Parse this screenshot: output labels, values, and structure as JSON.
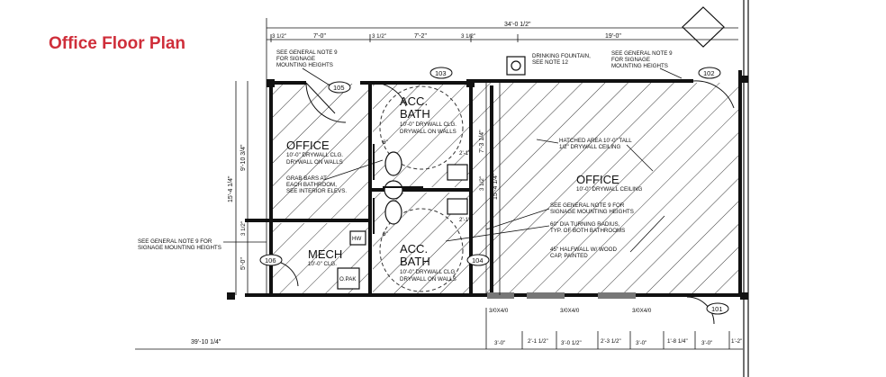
{
  "title": "Office Floor Plan",
  "rooms": [
    {
      "tag": "105",
      "name": "OFFICE",
      "line1": "10'-0\" DRYWALL CLG.",
      "line2": "DRYWALL ON WALLS"
    },
    {
      "tag": "103",
      "name": "ACC.",
      "name2": "BATH",
      "line1": "10'-0\" DRYWALL CLG.",
      "line2": "DRYWALL ON WALLS"
    },
    {
      "tag": "104",
      "name": "ACC.",
      "name2": "BATH",
      "line1": "10'-0\" DRYWALL CLG.",
      "line2": "DRYWALL ON WALLS"
    },
    {
      "tag": "106",
      "name": "MECH",
      "line1": "10'-0\" CLG."
    },
    {
      "tag": "102",
      "name": "OFFICE",
      "line1": "10'-0\" DRYWALL CEILING"
    }
  ],
  "door_tag_101": "101",
  "hw_label": "HW",
  "oval_label": "O.PAK",
  "notes": {
    "top_left": [
      "SEE GENERAL NOTE 9",
      "FOR SIGNAGE",
      "MOUNTING HEIGHTS"
    ],
    "fountain": [
      "DRINKING FOUNTAIN,",
      "SEE NOTE 12"
    ],
    "top_right": [
      "SEE GENERAL NOTE 9",
      "FOR SIGNAGE",
      "MOUNTING HEIGHTS"
    ],
    "hatched": [
      "HATCHED AREA 10'-0\" TALL",
      "1/2\" DRYWALL CEILING"
    ],
    "grab": [
      "GRAB BARS AT",
      "EACH BATHROOM,",
      "SEE INTERIOR ELEVS."
    ],
    "mid_right": [
      "SEE GENERAL NOTE 9 FOR",
      "SIGNAGE MOUNTING HEIGHTS"
    ],
    "turning": [
      "60\" DIA TURNING RADIUS,",
      "TYP. OF BOTH BATHROOMS"
    ],
    "halfwall": [
      "45\" HALFWALL W/ WOOD",
      "CAP, PAINTED"
    ],
    "left": [
      "SEE GENERAL NOTE 9 FOR",
      "SIGNAGE MOUNTING HEIGHTS"
    ]
  },
  "dims": {
    "overall_top": "34'-0 1/2\"",
    "right_top": "19'-0\"",
    "seg_3_5a": "3 1/2\"",
    "seg_7_0": "7'-0\"",
    "seg_3_5b": "3 1/2\"",
    "seg_7_2": "7'-2\"",
    "seg_3_5c": "3 1/2\"",
    "left_15_4": "15'-4 1/4\"",
    "left_9_10": "9'-10 3/4\"",
    "left_3_5": "3 1/2\"",
    "left_5_0": "5'-0\"",
    "mid_7_3": "7'-3 1/4\"",
    "mid_3_5": "3 1/2\"",
    "mid_15_4": "15'-4 1/4\"",
    "small_2_1a": "2'-1\"",
    "small_2_1b": "2'-1\"",
    "small_6a": "6\"",
    "small_6b": "6\"",
    "bottom_overall": "39'-10 1/4\"",
    "win1": "3/0X4/0",
    "win2": "3/0X4/0",
    "win3": "3/0X4/0",
    "b1": "3'-0\"",
    "b2": "2'-1 1/2\"",
    "b3": "3'-0 1/2\"",
    "b4": "2'-3 1/2\"",
    "b5": "3'-0\"",
    "b6": "1'-8 1/4\"",
    "b7": "3'-0\"",
    "b8": "1'-2\""
  }
}
